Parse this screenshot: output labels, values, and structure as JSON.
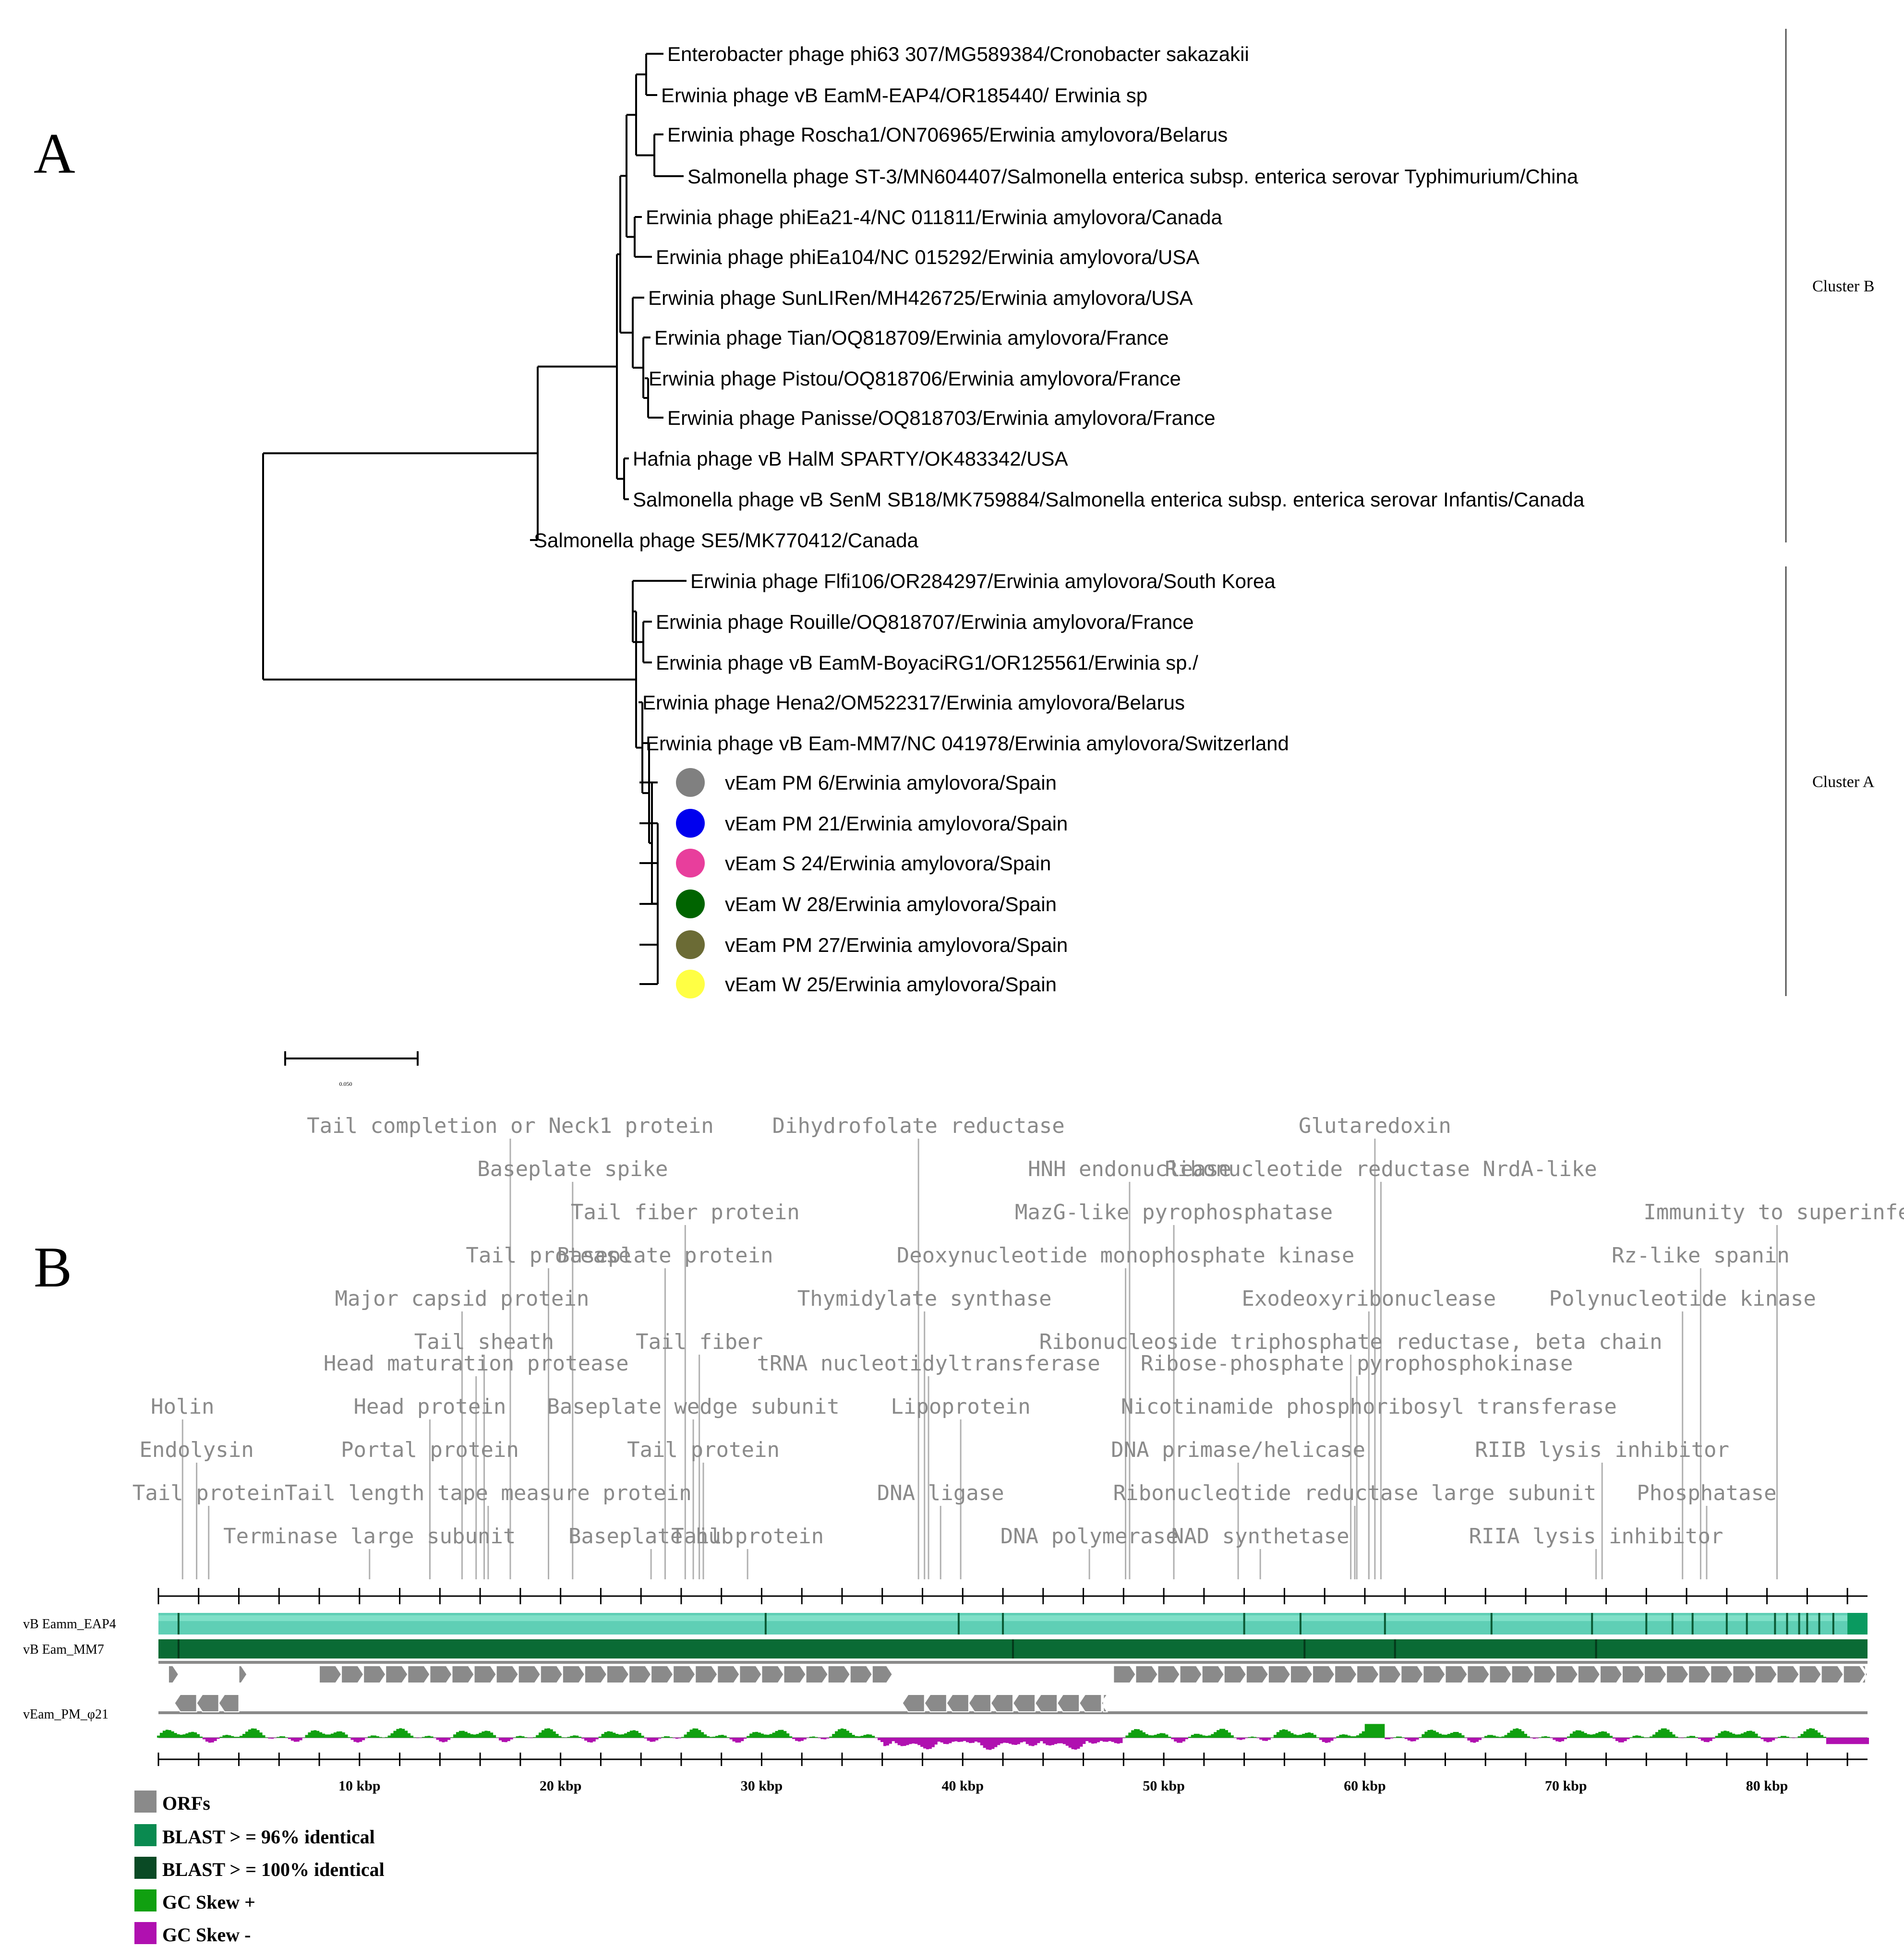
{
  "panel_a": {
    "letter": "A",
    "clusters": [
      {
        "label": "Cluster B",
        "first": 0,
        "last": 11
      },
      {
        "label": "Cluster A",
        "first": 13,
        "last": 23
      }
    ],
    "leaves": [
      {
        "label": "Enterobacter phage phi63 307/MG589384/Cronobacter sakazakii",
        "marker": null
      },
      {
        "label": "Erwinia phage vB EamM-EAP4/OR185440/ Erwinia sp",
        "marker": null
      },
      {
        "label": "Erwinia phage Roscha1/ON706965/Erwinia amylovora/Belarus",
        "marker": null
      },
      {
        "label": "Salmonella phage ST-3/MN604407/Salmonella enterica subsp. enterica serovar Typhimurium/China",
        "marker": null
      },
      {
        "label": "Erwinia phage phiEa21-4/NC 011811/Erwinia amylovora/Canada",
        "marker": null
      },
      {
        "label": "Erwinia phage phiEa104/NC 015292/Erwinia amylovora/USA",
        "marker": null
      },
      {
        "label": "Erwinia phage SunLIRen/MH426725/Erwinia amylovora/USA",
        "marker": null
      },
      {
        "label": "Erwinia phage Tian/OQ818709/Erwinia amylovora/France",
        "marker": null
      },
      {
        "label": "Erwinia phage Pistou/OQ818706/Erwinia amylovora/France",
        "marker": null
      },
      {
        "label": "Erwinia phage Panisse/OQ818703/Erwinia amylovora/France",
        "marker": null
      },
      {
        "label": "Hafnia phage vB HalM SPARTY/OK483342/USA",
        "marker": null
      },
      {
        "label": "Salmonella phage vB SenM SB18/MK759884/Salmonella enterica subsp. enterica serovar Infantis/Canada",
        "marker": null
      },
      {
        "label": "Salmonella phage SE5/MK770412/Canada",
        "marker": null
      },
      {
        "label": "Erwinia phage Flfi106/OR284297/Erwinia amylovora/South Korea",
        "marker": null
      },
      {
        "label": "Erwinia phage Rouille/OQ818707/Erwinia amylovora/France",
        "marker": null
      },
      {
        "label": "Erwinia phage vB EamM-BoyaciRG1/OR125561/Erwinia sp./",
        "marker": null
      },
      {
        "label": "Erwinia phage Hena2/OM522317/Erwinia amylovora/Belarus",
        "marker": null
      },
      {
        "label": "Erwinia phage vB Eam-MM7/NC 041978/Erwinia amylovora/Switzerland",
        "marker": null
      },
      {
        "label": "vEam PM 6/Erwinia amylovora/Spain",
        "marker": "#808080"
      },
      {
        "label": "vEam PM 21/Erwinia amylovora/Spain",
        "marker": "#0000ee"
      },
      {
        "label": "vEam S 24/Erwinia amylovora/Spain",
        "marker": "#e83e9c"
      },
      {
        "label": "vEam W 28/Erwinia amylovora/Spain",
        "marker": "#006400"
      },
      {
        "label": "vEam PM 27/Erwinia amylovora/Spain",
        "marker": "#6b6b35"
      },
      {
        "label": "vEam W 25/Erwinia amylovora/Spain",
        "marker": "#ffff44"
      }
    ],
    "scale_bar": {
      "label": "0.050"
    }
  },
  "panel_b": {
    "letter": "B",
    "genome_length_kbp": 85,
    "axis_ticks": [
      {
        "kbp": 10,
        "label": "10 kbp"
      },
      {
        "kbp": 20,
        "label": "20 kbp"
      },
      {
        "kbp": 30,
        "label": "30 kbp"
      },
      {
        "kbp": 40,
        "label": "40 kbp"
      },
      {
        "kbp": 50,
        "label": "50 kbp"
      },
      {
        "kbp": 60,
        "label": "60 kbp"
      },
      {
        "kbp": 70,
        "label": "70 kbp"
      },
      {
        "kbp": 80,
        "label": "80 kbp"
      }
    ],
    "tracks": [
      {
        "label": "vB Eamm_EAP4",
        "color": "#5fcfb5"
      },
      {
        "label": "vB Eam_MM7",
        "color": "#0a6b35"
      },
      {
        "label": "vEam_PM_φ21",
        "color": "#8a8a8a"
      }
    ],
    "gene_labels": [
      {
        "text": "Tail completion or Neck1 protein",
        "row": 0,
        "kbp": 17.5
      },
      {
        "text": "Dihydrofolate reductase",
        "row": 0,
        "kbp": 37.8
      },
      {
        "text": "Glutaredoxin",
        "row": 0,
        "kbp": 60.5
      },
      {
        "text": "Baseplate spike",
        "row": 1,
        "kbp": 20.6
      },
      {
        "text": "HNH endonuclease",
        "row": 1,
        "kbp": 48.3
      },
      {
        "text": "Ribonucleotide reductase NrdA-like",
        "row": 1,
        "kbp": 60.8
      },
      {
        "text": "Tail fiber protein",
        "row": 2,
        "kbp": 26.2
      },
      {
        "text": "MazG-like pyrophosphatase",
        "row": 2,
        "kbp": 50.5
      },
      {
        "text": "Immunity to superinfe",
        "row": 2,
        "kbp": 80.5
      },
      {
        "text": "Tail protease",
        "row": 3,
        "kbp": 19.4
      },
      {
        "text": "Baseplate protein",
        "row": 3,
        "kbp": 25.2
      },
      {
        "text": "Deoxynucleotide monophosphate kinase",
        "row": 3,
        "kbp": 48.1
      },
      {
        "text": "Rz-like spanin",
        "row": 3,
        "kbp": 76.7
      },
      {
        "text": "Major capsid protein",
        "row": 4,
        "kbp": 15.1
      },
      {
        "text": "Thymidylate synthase",
        "row": 4,
        "kbp": 38.1
      },
      {
        "text": "Exodeoxyribonuclease",
        "row": 4,
        "kbp": 60.2
      },
      {
        "text": "Polynucleotide kinase",
        "row": 4,
        "kbp": 75.8
      },
      {
        "text": "Tail sheath",
        "row": 5,
        "kbp": 16.2
      },
      {
        "text": "Tail fiber",
        "row": 5,
        "kbp": 26.9
      },
      {
        "text": "Ribonucleoside triphosphate reductase, beta chain",
        "row": 5,
        "kbp": 59.3
      },
      {
        "text": "Head maturation protease",
        "row": 6,
        "kbp": 15.8
      },
      {
        "text": "tRNA nucleotidyltransferase",
        "row": 6,
        "kbp": 38.3
      },
      {
        "text": "Ribose-phosphate pyrophosphokinase",
        "row": 6,
        "kbp": 59.6
      },
      {
        "text": "Holin",
        "row": 7,
        "kbp": 1.2
      },
      {
        "text": "Head protein",
        "row": 7,
        "kbp": 13.5
      },
      {
        "text": "Baseplate wedge subunit",
        "row": 7,
        "kbp": 26.6
      },
      {
        "text": "Lipoprotein",
        "row": 7,
        "kbp": 39.9
      },
      {
        "text": "Nicotinamide phosphoribosyl transferase",
        "row": 7,
        "kbp": 60.2
      },
      {
        "text": "Endolysin",
        "row": 8,
        "kbp": 1.9
      },
      {
        "text": "Portal protein",
        "row": 8,
        "kbp": 13.5
      },
      {
        "text": "Tail protein",
        "row": 8,
        "kbp": 27.1
      },
      {
        "text": "DNA primase/helicase",
        "row": 8,
        "kbp": 53.7
      },
      {
        "text": "RIIB lysis inhibitor",
        "row": 8,
        "kbp": 71.8
      },
      {
        "text": "Tail protein",
        "row": 9,
        "kbp": 2.5
      },
      {
        "text": "Tail length tape measure protein",
        "row": 9,
        "kbp": 16.4
      },
      {
        "text": "DNA ligase",
        "row": 9,
        "kbp": 38.9
      },
      {
        "text": "Ribonucleotide reductase large subunit",
        "row": 9,
        "kbp": 59.5
      },
      {
        "text": "Phosphatase",
        "row": 9,
        "kbp": 77.0
      },
      {
        "text": "Terminase large subunit",
        "row": 10,
        "kbp": 10.5
      },
      {
        "text": "Baseplate hub",
        "row": 10,
        "kbp": 24.5
      },
      {
        "text": "Tail protein",
        "row": 10,
        "kbp": 29.3
      },
      {
        "text": "DNA polymerase",
        "row": 10,
        "kbp": 46.3
      },
      {
        "text": "NAD synthetase",
        "row": 10,
        "kbp": 54.8
      },
      {
        "text": "RIIA lysis inhibitor",
        "row": 10,
        "kbp": 71.5
      }
    ],
    "legend": [
      {
        "label": "ORFs",
        "color": "#8a8a8a"
      },
      {
        "label": "BLAST > = 96% identical",
        "color": "#0a8a50"
      },
      {
        "label": "BLAST > = 100% identical",
        "color": "#0a4a25"
      },
      {
        "label": "GC Skew +",
        "color": "#10a010"
      },
      {
        "label": "GC Skew -",
        "color": "#b010b0"
      }
    ]
  }
}
